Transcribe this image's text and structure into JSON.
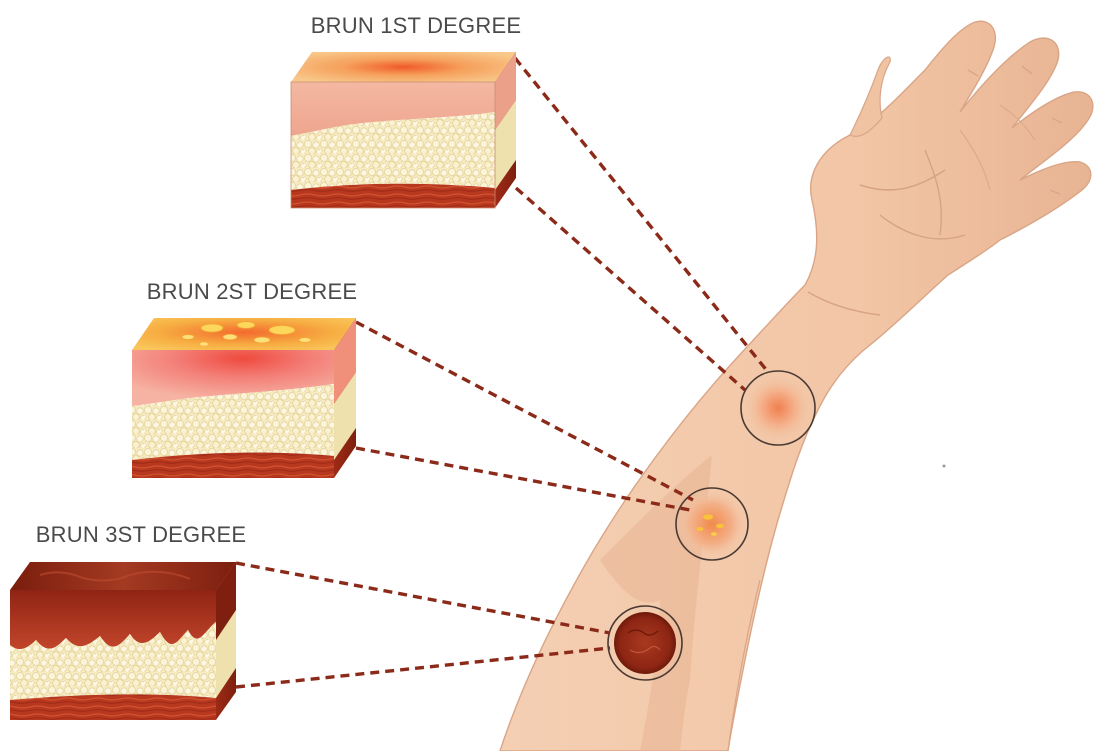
{
  "burns": [
    {
      "label": "BRUN 1ST DEGREE"
    },
    {
      "label": "BRUN 2ST DEGREE"
    },
    {
      "label": "BRUN 3ST DEGREE"
    }
  ],
  "colors": {
    "skin": "#f2c6a6",
    "skin_shadow": "#e3ad8d",
    "fat": "#f6ebc3",
    "muscle": "#b8371f",
    "first_degree_surface": "#f5a05a",
    "second_degree_surface": "#f7b73c",
    "third_degree_surface": "#8e2614",
    "leader_line": "#8c2a19",
    "label_text": "#4a4a4a"
  }
}
